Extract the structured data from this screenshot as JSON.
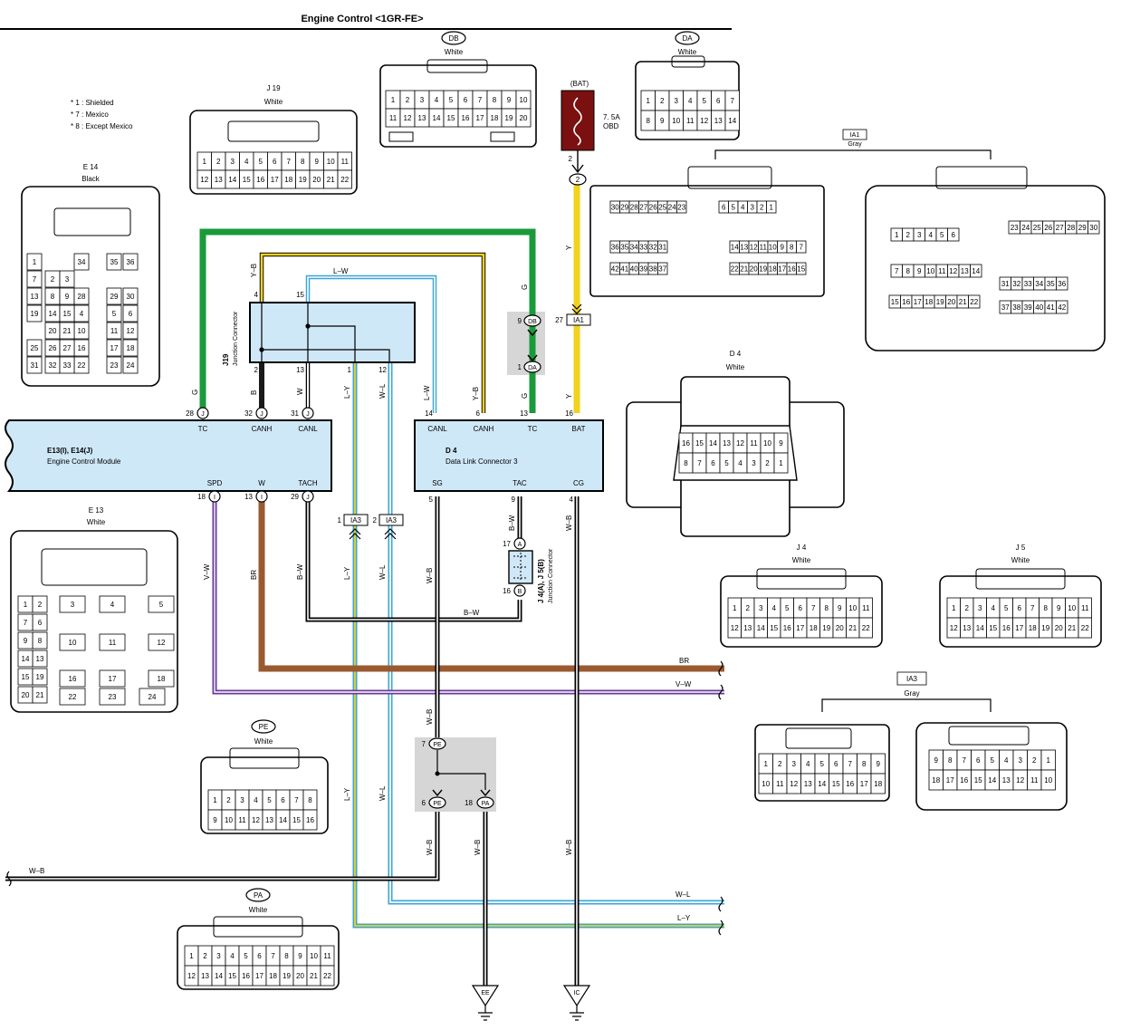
{
  "title": "Engine Control <1GR-FE>",
  "notes": [
    "* 1 : Shielded",
    "* 7 : Mexico",
    "* 8 : Except Mexico"
  ],
  "connectors": {
    "db": {
      "id": "DB",
      "color": "White",
      "rows": [
        [
          "1",
          "2",
          "3",
          "4",
          "5",
          "6",
          "7",
          "8",
          "9",
          "10"
        ],
        [
          "11",
          "12",
          "13",
          "14",
          "15",
          "16",
          "17",
          "18",
          "19",
          "20"
        ]
      ]
    },
    "da": {
      "id": "DA",
      "color": "White",
      "rows": [
        [
          "1",
          "2",
          "3",
          "4",
          "5",
          "6",
          "7"
        ],
        [
          "8",
          "9",
          "10",
          "11",
          "12",
          "13",
          "14"
        ]
      ]
    },
    "j19": {
      "id": "J 19",
      "color": "White",
      "rows": [
        [
          "1",
          "2",
          "3",
          "4",
          "5",
          "6",
          "7",
          "8",
          "9",
          "10",
          "11"
        ],
        [
          "12",
          "13",
          "14",
          "15",
          "16",
          "17",
          "18",
          "19",
          "20",
          "21",
          "22"
        ]
      ]
    },
    "e14": {
      "id": "E 14",
      "color": "Black",
      "cells": [
        "1",
        "2",
        "3",
        "4",
        "5",
        "6",
        "7",
        "8",
        "9",
        "10",
        "11",
        "12",
        "13",
        "14",
        "15",
        "16",
        "17",
        "18",
        "19",
        "20",
        "21",
        "22",
        "23",
        "24",
        "25",
        "26",
        "27",
        "28",
        "29",
        "30",
        "31",
        "32",
        "33",
        "34",
        "35",
        "36"
      ]
    },
    "e13": {
      "id": "E 13",
      "color": "White",
      "cells": [
        "1",
        "2",
        "3",
        "4",
        "5",
        "6",
        "7",
        "8",
        "9",
        "10",
        "11",
        "12",
        "13",
        "14",
        "15",
        "16",
        "17",
        "18",
        "19",
        "20",
        "21",
        "22",
        "23",
        "24"
      ]
    },
    "ia1": {
      "id": "IA1",
      "color": "Gray",
      "left": [
        [
          "30",
          "29",
          "28",
          "27",
          "26",
          "25",
          "24",
          "23"
        ],
        [
          "6",
          "5",
          "4",
          "3",
          "2",
          "1"
        ],
        [
          "36",
          "35",
          "34",
          "33",
          "32",
          "31"
        ],
        [
          "14",
          "13",
          "12",
          "11",
          "10",
          "9",
          "8",
          "7"
        ],
        [
          "42",
          "41",
          "40",
          "39",
          "38",
          "37"
        ],
        [
          "22",
          "21",
          "20",
          "19",
          "18",
          "17",
          "16",
          "15"
        ]
      ],
      "right": [
        [
          "23",
          "24",
          "25",
          "26",
          "27",
          "28",
          "29",
          "30"
        ],
        [
          "1",
          "2",
          "3",
          "4",
          "5",
          "6"
        ],
        [
          "7",
          "8",
          "9",
          "10",
          "11",
          "12",
          "13",
          "14"
        ],
        [
          "31",
          "32",
          "33",
          "34",
          "35",
          "36"
        ],
        [
          "15",
          "16",
          "17",
          "18",
          "19",
          "20",
          "21",
          "22"
        ],
        [
          "37",
          "38",
          "39",
          "40",
          "41",
          "42"
        ]
      ]
    },
    "d4": {
      "id": "D 4",
      "color": "White",
      "rows": [
        [
          "16",
          "15",
          "14",
          "13",
          "12",
          "11",
          "10",
          "9"
        ],
        [
          "8",
          "7",
          "6",
          "5",
          "4",
          "3",
          "2",
          "1"
        ]
      ]
    },
    "j4": {
      "id": "J 4",
      "color": "White",
      "rows": [
        [
          "1",
          "2",
          "3",
          "4",
          "5",
          "6",
          "7",
          "8",
          "9",
          "10",
          "11"
        ],
        [
          "12",
          "13",
          "14",
          "15",
          "16",
          "17",
          "18",
          "19",
          "20",
          "21",
          "22"
        ]
      ]
    },
    "j5": {
      "id": "J 5",
      "color": "White",
      "rows": [
        [
          "1",
          "2",
          "3",
          "4",
          "5",
          "6",
          "7",
          "8",
          "9",
          "10",
          "11"
        ],
        [
          "12",
          "13",
          "14",
          "15",
          "16",
          "17",
          "18",
          "19",
          "20",
          "21",
          "22"
        ]
      ]
    },
    "ia3": {
      "id": "IA3",
      "color": "Gray",
      "left": [
        [
          "1",
          "2",
          "3",
          "4",
          "5",
          "6",
          "7",
          "8",
          "9"
        ],
        [
          "10",
          "11",
          "12",
          "13",
          "14",
          "15",
          "16",
          "17",
          "18"
        ]
      ],
      "right": [
        [
          "9",
          "8",
          "7",
          "6",
          "5",
          "4",
          "3",
          "2",
          "1"
        ],
        [
          "18",
          "17",
          "16",
          "15",
          "14",
          "13",
          "12",
          "11",
          "10"
        ]
      ]
    },
    "pe": {
      "id": "PE",
      "color": "White",
      "rows": [
        [
          "1",
          "2",
          "3",
          "4",
          "5",
          "6",
          "7",
          "8"
        ],
        [
          "9",
          "10",
          "11",
          "12",
          "13",
          "14",
          "15",
          "16"
        ]
      ]
    },
    "pa": {
      "id": "PA",
      "color": "White",
      "rows": [
        [
          "1",
          "2",
          "3",
          "4",
          "5",
          "6",
          "7",
          "8",
          "9",
          "10",
          "11"
        ],
        [
          "12",
          "13",
          "14",
          "15",
          "16",
          "17",
          "18",
          "19",
          "20",
          "21",
          "22"
        ]
      ]
    }
  },
  "ecm": {
    "name1": "E13(I), E14(J)",
    "name2": "Engine Control Module",
    "top_pins": [
      {
        "label": "TC",
        "pin": "28",
        "conn": "J"
      },
      {
        "label": "CANH",
        "pin": "32",
        "conn": "J"
      },
      {
        "label": "CANL",
        "pin": "31",
        "conn": "J"
      }
    ],
    "bottom_pins": [
      {
        "label": "SPD",
        "pin": "18",
        "conn": "I"
      },
      {
        "label": "W",
        "pin": "13",
        "conn": "I"
      },
      {
        "label": "TACH",
        "pin": "29",
        "conn": "J"
      }
    ]
  },
  "dlc": {
    "name1": "D 4",
    "name2": "Data Link Connector 3",
    "top_pins": [
      {
        "label": "CANL",
        "pin": "14"
      },
      {
        "label": "CANH",
        "pin": "6"
      },
      {
        "label": "TC",
        "pin": "13"
      },
      {
        "label": "BAT",
        "pin": "16"
      }
    ],
    "bottom_pins": [
      {
        "label": "SG",
        "pin": "5"
      },
      {
        "label": "TAC",
        "pin": "9"
      },
      {
        "label": "CG",
        "pin": "4"
      }
    ]
  },
  "j19_junction": {
    "name": "J19",
    "sub": "Junction Connector",
    "pins_top": [
      "4",
      "15"
    ],
    "pins_bottom": [
      "2",
      "13",
      "1",
      "12"
    ]
  },
  "j45_junction": {
    "name": "J 4(A), J 5(B)",
    "sub": "Junction Connector",
    "pin_a": "17",
    "letter_a": "A",
    "pin_b": "16",
    "letter_b": "B"
  },
  "fuse": {
    "source": "(BAT)",
    "rating": "7. 5A",
    "name": "OBD",
    "pin": "2",
    "conn": "2"
  },
  "inline": {
    "ia1_pin": "27",
    "ia1": "IA1",
    "db_pin": "9",
    "db": "DB",
    "da_pin": "1",
    "da": "DA",
    "ia3_l_pin": "1",
    "ia3_r_pin": "2",
    "ia3": "IA3",
    "pe_top_pin": "7",
    "pe": "PE",
    "pe_bot_pin": "6",
    "pa_pin": "18",
    "pa": "PA"
  },
  "wire_labels": {
    "g": "G",
    "b": "B",
    "w": "W",
    "yb": "Y–B",
    "lw": "L–W",
    "ly": "L–Y",
    "wl": "W–L",
    "y": "Y",
    "vw": "V–W",
    "br": "BR",
    "bw": "B–W",
    "wb": "W–B"
  },
  "grounds": [
    "EE",
    "IC"
  ],
  "wire_colors": {
    "green": "#1a9a3a",
    "black": "#1a1a1a",
    "white": "#ffffff",
    "yellow": "#f2d21c",
    "blue": "#3aa6d8",
    "purple": "#6b3b9b",
    "brown": "#9a5a30",
    "fuse": "#7a1010",
    "box": "#cfe8f8"
  }
}
